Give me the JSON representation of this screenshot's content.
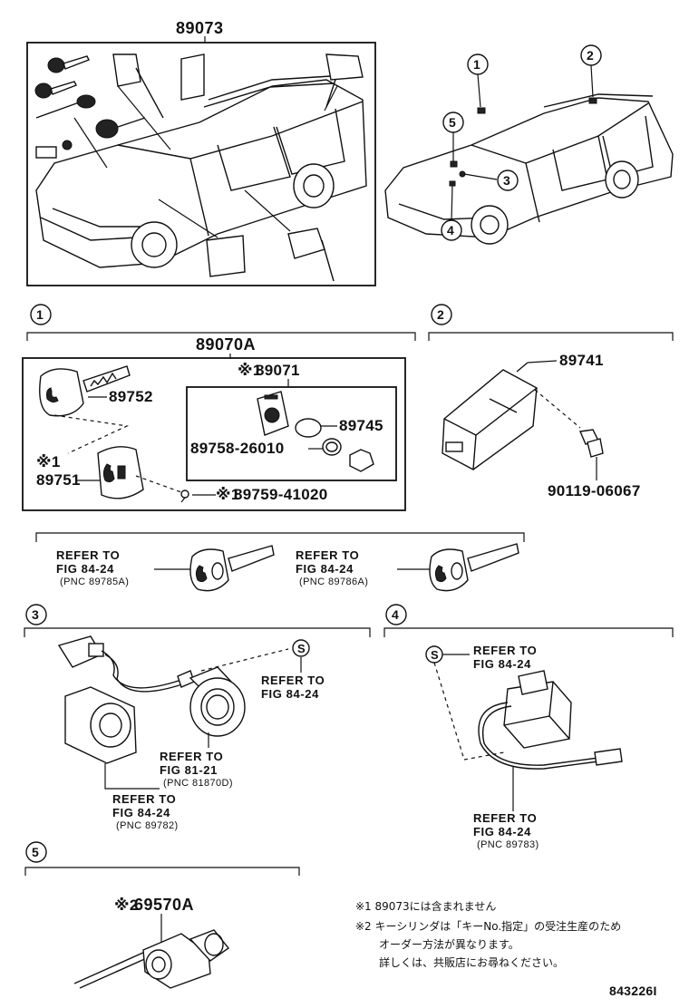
{
  "overview": {
    "assembly_part": "89073"
  },
  "callouts": [
    "1",
    "2",
    "3",
    "4",
    "5"
  ],
  "section1": {
    "number": "1",
    "assembly_part": "89070A",
    "key_part": "89752",
    "transmitter_mark": "※1",
    "transmitter_part": "89751",
    "screw_mark": "※1",
    "screw_part": "89759-41020",
    "inner_mark": "※1",
    "inner_part": "89071",
    "battery_part": "89745",
    "case_part": "89758-26010"
  },
  "section2": {
    "number": "2",
    "receiver_part": "89741",
    "bolt_part": "90119-06067"
  },
  "keys_row": {
    "left": {
      "line1": "REFER TO",
      "line2": "FIG 84-24",
      "line3": "(PNC 89785A)"
    },
    "right": {
      "line1": "REFER TO",
      "line2": "FIG 84-24",
      "line3": "(PNC 89786A)"
    }
  },
  "section3": {
    "number": "3",
    "s_ref": {
      "line1": "REFER TO",
      "line2": "FIG 84-24"
    },
    "ring_ref": {
      "line1": "REFER TO",
      "line2": "FIG 81-21",
      "line3": "(PNC 81870D)"
    },
    "cyl_ref": {
      "line1": "REFER TO",
      "line2": "FIG 84-24",
      "line3": "(PNC 89782)"
    },
    "s_symbol": "S"
  },
  "section4": {
    "number": "4",
    "s_ref": {
      "line1": "REFER TO",
      "line2": "FIG 84-24"
    },
    "harness_ref": {
      "line1": "REFER TO",
      "line2": "FIG 84-24",
      "line3": "(PNC 89783)"
    },
    "s_symbol": "S"
  },
  "section5": {
    "number": "5",
    "mark": "※2",
    "part": "69570A"
  },
  "notes": {
    "note1": "※1 89073には含まれません",
    "note2_line1": "※2 キーシリンダは「キーNo.指定」の受注生産のため",
    "note2_line2": "オーダー方法が異なります。",
    "note2_line3": "詳しくは、共販店にお尋ねください。"
  },
  "figure_id": "843226I"
}
